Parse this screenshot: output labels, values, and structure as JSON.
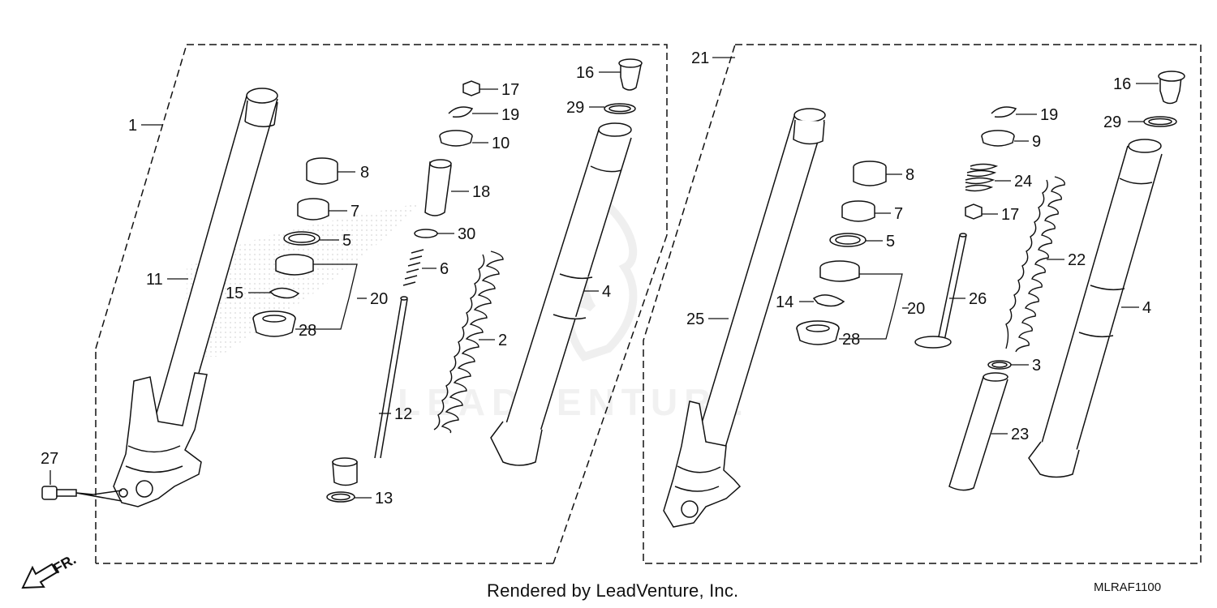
{
  "diagram": {
    "fr_label": "FR.",
    "watermark": "LEADVENTURE",
    "callouts": {
      "c1": "1",
      "c11": "11",
      "c27": "27",
      "c15": "15",
      "c8a": "8",
      "c7a": "7",
      "c5a": "5",
      "c20a": "20",
      "c28a": "28",
      "c17a": "17",
      "c19a": "19",
      "c10": "10",
      "c18": "18",
      "c30": "30",
      "c6": "6",
      "c12": "12",
      "c13": "13",
      "c2": "2",
      "c16a": "16",
      "c29a": "29",
      "c4a": "4",
      "c21": "21",
      "c25": "25",
      "c8b": "8",
      "c7b": "7",
      "c5b": "5",
      "c14": "14",
      "c20b": "20",
      "c28b": "28",
      "c19b": "19",
      "c9": "9",
      "c24": "24",
      "c17b": "17",
      "c26": "26",
      "c22": "22",
      "c3": "3",
      "c23": "23",
      "c16b": "16",
      "c29b": "29",
      "c4b": "4"
    }
  },
  "footer": {
    "credit": "Rendered by LeadVenture, Inc.",
    "code": "MLRAF1100"
  }
}
